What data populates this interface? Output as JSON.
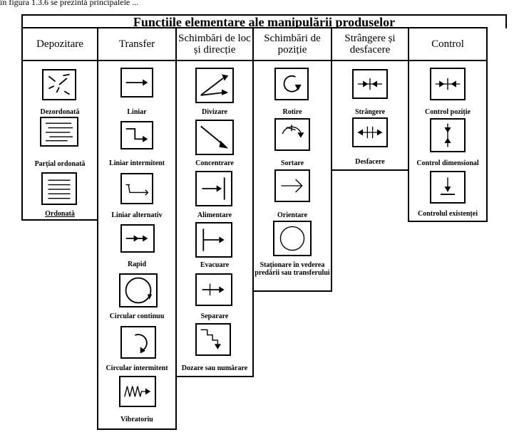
{
  "top_text": "în figura 1.3.6 se prezintă principalele ...",
  "title": "Funcțiile elementare ale manipulării produselor",
  "columns": [
    {
      "header": "Depozitare",
      "items": [
        {
          "label": "Dezordonată",
          "icon": "scattered-lines-icon"
        },
        {
          "label": "Parțial ordonată",
          "icon": "partial-lines-icon"
        },
        {
          "label": "Ordonată",
          "icon": "ordered-lines-icon"
        }
      ]
    },
    {
      "header": "Transfer",
      "items": [
        {
          "label": "Liniar",
          "icon": "arrow-right-icon"
        },
        {
          "label": "Liniar intermitent",
          "icon": "step-arrow-icon"
        },
        {
          "label": "Liniar alternativ",
          "icon": "back-forth-arrow-icon"
        },
        {
          "label": "Rapid",
          "icon": "double-arrow-icon"
        },
        {
          "label": "Circular continuu",
          "icon": "circle-arrow-icon"
        },
        {
          "label": "Circular intermitent",
          "icon": "partial-circle-arrow-icon"
        },
        {
          "label": "Vibratoriu",
          "icon": "zigzag-arrow-icon"
        }
      ]
    },
    {
      "header": "Schimbări de loc și direcție",
      "items": [
        {
          "label": "Divizare",
          "icon": "split-arrows-icon"
        },
        {
          "label": "Concentrare",
          "icon": "converge-arrows-icon"
        },
        {
          "label": "Alimentare",
          "icon": "feed-arrow-icon"
        },
        {
          "label": "Evacuare",
          "icon": "evacuate-arrow-icon"
        },
        {
          "label": "Separare",
          "icon": "separate-arrow-icon"
        },
        {
          "label": "Dozare sau numărare",
          "icon": "staircase-arrow-icon"
        }
      ]
    },
    {
      "header": "Schimbări de poziție",
      "items": [
        {
          "label": "Rotire",
          "icon": "rotate-arrow-icon"
        },
        {
          "label": "Sortare",
          "icon": "sort-arrow-icon"
        },
        {
          "label": "Orientare",
          "icon": "chevron-right-icon"
        },
        {
          "label": "Staționare în vederea predării sau transferului",
          "icon": "circle-icon"
        }
      ]
    },
    {
      "header": "Strângere și desfacere",
      "items": [
        {
          "label": "Strângere",
          "icon": "squeeze-arrows-icon"
        },
        {
          "label": "Desfacere",
          "icon": "spread-arrows-icon"
        }
      ]
    },
    {
      "header": "Control",
      "items": [
        {
          "label": "Control poziție",
          "icon": "position-check-icon"
        },
        {
          "label": "Control dimensional",
          "icon": "dimension-check-icon"
        },
        {
          "label": "Controlul existenței",
          "icon": "existence-check-icon"
        }
      ]
    }
  ]
}
